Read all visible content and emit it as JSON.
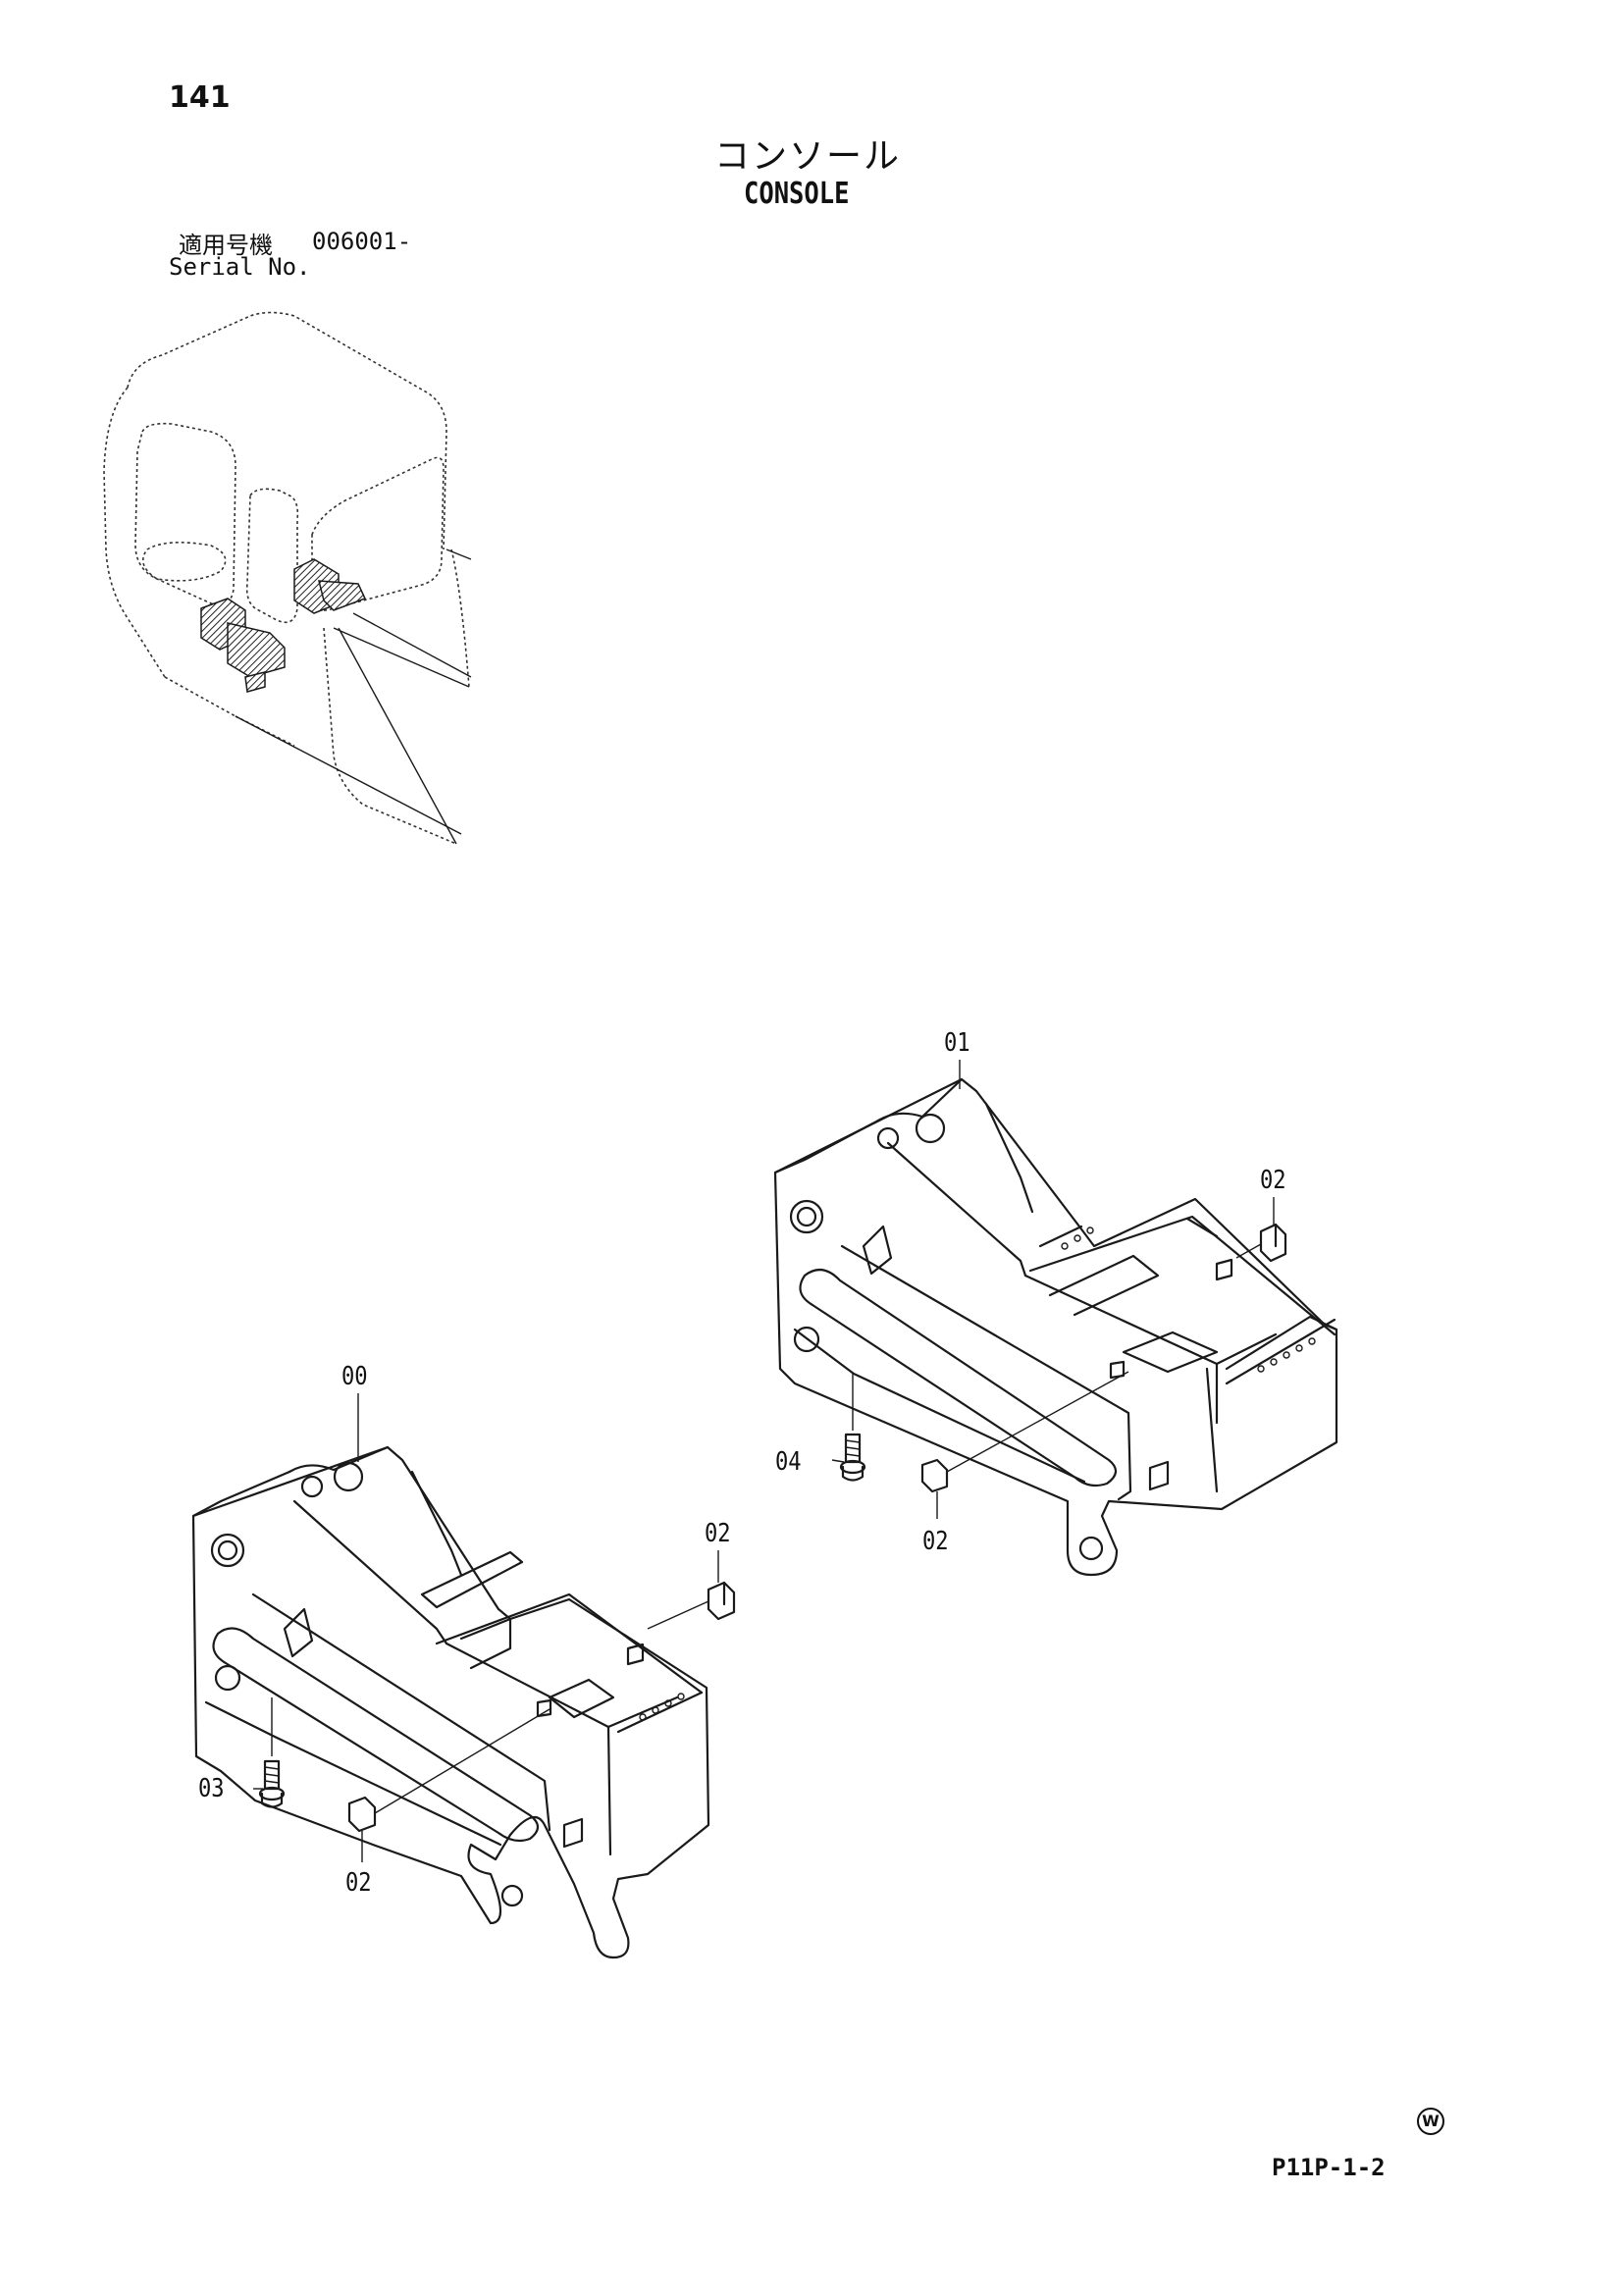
{
  "header": {
    "page_number": "141",
    "title_jp": "コンソール",
    "title_en": "CONSOLE",
    "serial_label_jp": "適用号機",
    "serial_value": "006001-",
    "serial_label_en": "Serial No."
  },
  "callouts": {
    "c00": "00",
    "c01": "01",
    "c02a": "02",
    "c02b": "02",
    "c02c": "02",
    "c02d": "02",
    "c03": "03",
    "c04": "04"
  },
  "footer": {
    "ref_code": "P11P-1-2",
    "mark": "W"
  }
}
